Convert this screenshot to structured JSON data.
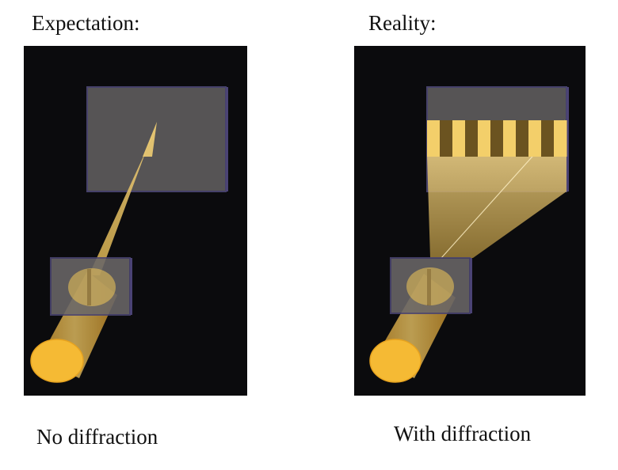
{
  "panels": {
    "left": {
      "title": "Expectation:",
      "caption": "No diffraction"
    },
    "right": {
      "title": "Reality:",
      "caption": "With diffraction"
    }
  },
  "colors": {
    "background": "#0b0b0d",
    "screen": "#5e5b5c",
    "screen_edge": "#4a4470",
    "beam": "#f1c75a",
    "beam_dark": "#c9952a",
    "fringe_bright": "#f3cf6a",
    "fringe_dark": "#6b5320"
  },
  "diagram": {
    "fringe_pattern": [
      "bright",
      "dark",
      "bright",
      "dark",
      "bright",
      "dark",
      "bright",
      "dark",
      "bright",
      "dark",
      "bright"
    ]
  }
}
